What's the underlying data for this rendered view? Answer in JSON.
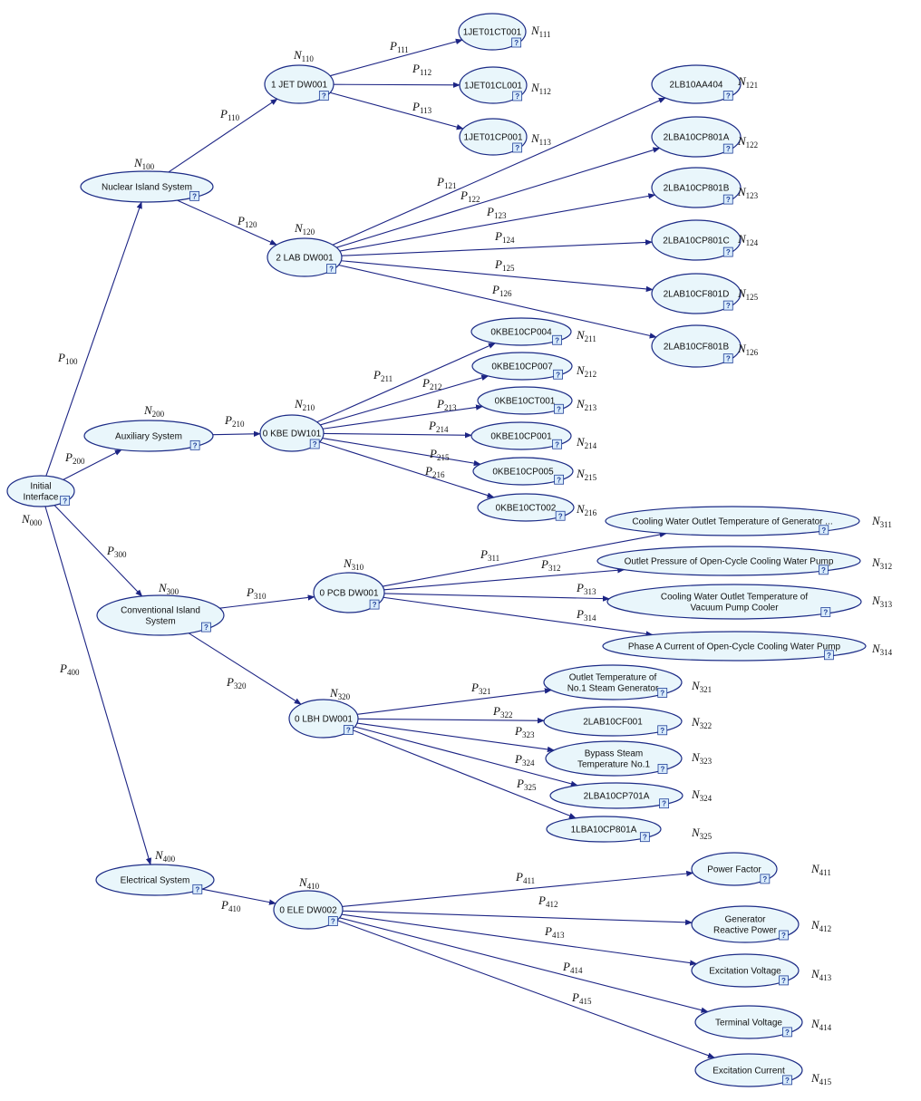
{
  "colors": {
    "node_fill": "#e9f6fb",
    "node_stroke": "#1c2b86",
    "edge": "#1c2484",
    "help_fill": "#d9ecfb",
    "help_stroke": "#1f3f99"
  },
  "help_icon": "question-mark-box-icon",
  "help_glyph": "?",
  "nodes": [
    {
      "id": "N000",
      "lines": [
        "Initial",
        "Interface"
      ],
      "label": "N",
      "sub": "000"
    },
    {
      "id": "N100",
      "lines": [
        "Nuclear Island System"
      ],
      "label": "N",
      "sub": "100"
    },
    {
      "id": "N200",
      "lines": [
        "Auxiliary System"
      ],
      "label": "N",
      "sub": "200"
    },
    {
      "id": "N300",
      "lines": [
        "Conventional Island",
        "System"
      ],
      "label": "N",
      "sub": "300"
    },
    {
      "id": "N400",
      "lines": [
        "Electrical System"
      ],
      "label": "N",
      "sub": "400"
    },
    {
      "id": "N110",
      "lines": [
        "1 JET DW001"
      ],
      "label": "N",
      "sub": "110"
    },
    {
      "id": "N120",
      "lines": [
        "2 LAB DW001"
      ],
      "label": "N",
      "sub": "120"
    },
    {
      "id": "N210",
      "lines": [
        "0 KBE DW101"
      ],
      "label": "N",
      "sub": "210"
    },
    {
      "id": "N310",
      "lines": [
        "0 PCB DW001"
      ],
      "label": "N",
      "sub": "310"
    },
    {
      "id": "N320",
      "lines": [
        "0 LBH DW001"
      ],
      "label": "N",
      "sub": "320"
    },
    {
      "id": "N410",
      "lines": [
        "0 ELE DW002"
      ],
      "label": "N",
      "sub": "410"
    },
    {
      "id": "N111",
      "lines": [
        "1JET01CT001"
      ],
      "label": "N",
      "sub": "111"
    },
    {
      "id": "N112",
      "lines": [
        "1JET01CL001"
      ],
      "label": "N",
      "sub": "112"
    },
    {
      "id": "N113",
      "lines": [
        "1JET01CP001"
      ],
      "label": "N",
      "sub": "113"
    },
    {
      "id": "N121",
      "lines": [
        "2LB10AA404"
      ],
      "label": "N",
      "sub": "121"
    },
    {
      "id": "N122",
      "lines": [
        "2LBA10CP801A"
      ],
      "label": "N",
      "sub": "122"
    },
    {
      "id": "N123",
      "lines": [
        "2LBA10CP801B"
      ],
      "label": "N",
      "sub": "123"
    },
    {
      "id": "N124",
      "lines": [
        "2LBA10CP801C"
      ],
      "label": "N",
      "sub": "124"
    },
    {
      "id": "N125",
      "lines": [
        "2LAB10CF801D"
      ],
      "label": "N",
      "sub": "125"
    },
    {
      "id": "N126",
      "lines": [
        "2LAB10CF801B"
      ],
      "label": "N",
      "sub": "126"
    },
    {
      "id": "N211",
      "lines": [
        "0KBE10CP004"
      ],
      "label": "N",
      "sub": "211"
    },
    {
      "id": "N212",
      "lines": [
        "0KBE10CP007"
      ],
      "label": "N",
      "sub": "212"
    },
    {
      "id": "N213",
      "lines": [
        "0KBE10CT001"
      ],
      "label": "N",
      "sub": "213"
    },
    {
      "id": "N214",
      "lines": [
        "0KBE10CP001"
      ],
      "label": "N",
      "sub": "214"
    },
    {
      "id": "N215",
      "lines": [
        "0KBE10CP005"
      ],
      "label": "N",
      "sub": "215"
    },
    {
      "id": "N216",
      "lines": [
        "0KBE10CT002"
      ],
      "label": "N",
      "sub": "216"
    },
    {
      "id": "N311",
      "lines": [
        "Cooling Water Outlet Temperature of Generator  ..."
      ],
      "label": "N",
      "sub": "311"
    },
    {
      "id": "N312",
      "lines": [
        "Outlet Pressure of Open-Cycle Cooling Water Pump"
      ],
      "label": "N",
      "sub": "312"
    },
    {
      "id": "N313",
      "lines": [
        "Cooling Water Outlet Temperature of",
        "Vacuum Pump Cooler"
      ],
      "label": "N",
      "sub": "313"
    },
    {
      "id": "N314",
      "lines": [
        "Phase A Current of Open-Cycle Cooling Water Pump"
      ],
      "label": "N",
      "sub": "314"
    },
    {
      "id": "N321",
      "lines": [
        "Outlet Temperature of",
        "No.1 Steam Generator"
      ],
      "label": "N",
      "sub": "321"
    },
    {
      "id": "N322",
      "lines": [
        "2LAB10CF001"
      ],
      "label": "N",
      "sub": "322"
    },
    {
      "id": "N323",
      "lines": [
        "Bypass Steam",
        "Temperature No.1"
      ],
      "label": "N",
      "sub": "323"
    },
    {
      "id": "N324",
      "lines": [
        "2LBA10CP701A"
      ],
      "label": "N",
      "sub": "324"
    },
    {
      "id": "N325",
      "lines": [
        "1LBA10CP801A"
      ],
      "label": "N",
      "sub": "325"
    },
    {
      "id": "N411",
      "lines": [
        "Power Factor"
      ],
      "label": "N",
      "sub": "411"
    },
    {
      "id": "N412",
      "lines": [
        "Generator",
        "Reactive Power"
      ],
      "label": "N",
      "sub": "412"
    },
    {
      "id": "N413",
      "lines": [
        "Excitation Voltage"
      ],
      "label": "N",
      "sub": "413"
    },
    {
      "id": "N414",
      "lines": [
        "Terminal Voltage"
      ],
      "label": "N",
      "sub": "414"
    },
    {
      "id": "N415",
      "lines": [
        "Excitation Current"
      ],
      "label": "N",
      "sub": "415"
    }
  ],
  "edges": [
    {
      "id": "P100",
      "from": "N000",
      "to": "N100",
      "label": "P",
      "sub": "100"
    },
    {
      "id": "P200",
      "from": "N000",
      "to": "N200",
      "label": "P",
      "sub": "200"
    },
    {
      "id": "P300",
      "from": "N000",
      "to": "N300",
      "label": "P",
      "sub": "300"
    },
    {
      "id": "P400",
      "from": "N000",
      "to": "N400",
      "label": "P",
      "sub": "400"
    },
    {
      "id": "P110",
      "from": "N100",
      "to": "N110",
      "label": "P",
      "sub": "110"
    },
    {
      "id": "P120",
      "from": "N100",
      "to": "N120",
      "label": "P",
      "sub": "120"
    },
    {
      "id": "P210",
      "from": "N200",
      "to": "N210",
      "label": "P",
      "sub": "210"
    },
    {
      "id": "P310",
      "from": "N300",
      "to": "N310",
      "label": "P",
      "sub": "310"
    },
    {
      "id": "P320",
      "from": "N300",
      "to": "N320",
      "label": "P",
      "sub": "320"
    },
    {
      "id": "P410",
      "from": "N400",
      "to": "N410",
      "label": "P",
      "sub": "410"
    },
    {
      "id": "P111",
      "from": "N110",
      "to": "N111",
      "label": "P",
      "sub": "111"
    },
    {
      "id": "P112",
      "from": "N110",
      "to": "N112",
      "label": "P",
      "sub": "112"
    },
    {
      "id": "P113",
      "from": "N110",
      "to": "N113",
      "label": "P",
      "sub": "113"
    },
    {
      "id": "P121",
      "from": "N120",
      "to": "N121",
      "label": "P",
      "sub": "121"
    },
    {
      "id": "P122",
      "from": "N120",
      "to": "N122",
      "label": "P",
      "sub": "122"
    },
    {
      "id": "P123",
      "from": "N120",
      "to": "N123",
      "label": "P",
      "sub": "123"
    },
    {
      "id": "P124",
      "from": "N120",
      "to": "N124",
      "label": "P",
      "sub": "124"
    },
    {
      "id": "P125",
      "from": "N120",
      "to": "N125",
      "label": "P",
      "sub": "125"
    },
    {
      "id": "P126",
      "from": "N120",
      "to": "N126",
      "label": "P",
      "sub": "126"
    },
    {
      "id": "P211",
      "from": "N210",
      "to": "N211",
      "label": "P",
      "sub": "211"
    },
    {
      "id": "P212",
      "from": "N210",
      "to": "N212",
      "label": "P",
      "sub": "212"
    },
    {
      "id": "P213",
      "from": "N210",
      "to": "N213",
      "label": "P",
      "sub": "213"
    },
    {
      "id": "P214",
      "from": "N210",
      "to": "N214",
      "label": "P",
      "sub": "214"
    },
    {
      "id": "P215",
      "from": "N210",
      "to": "N215",
      "label": "P",
      "sub": "215"
    },
    {
      "id": "P216",
      "from": "N210",
      "to": "N216",
      "label": "P",
      "sub": "216"
    },
    {
      "id": "P311",
      "from": "N310",
      "to": "N311",
      "label": "P",
      "sub": "311"
    },
    {
      "id": "P312",
      "from": "N310",
      "to": "N312",
      "label": "P",
      "sub": "312"
    },
    {
      "id": "P313",
      "from": "N310",
      "to": "N313",
      "label": "P",
      "sub": "313"
    },
    {
      "id": "P314",
      "from": "N310",
      "to": "N314",
      "label": "P",
      "sub": "314"
    },
    {
      "id": "P321",
      "from": "N320",
      "to": "N321",
      "label": "P",
      "sub": "321"
    },
    {
      "id": "P322",
      "from": "N320",
      "to": "N322",
      "label": "P",
      "sub": "322"
    },
    {
      "id": "P323",
      "from": "N320",
      "to": "N323",
      "label": "P",
      "sub": "323"
    },
    {
      "id": "P324",
      "from": "N320",
      "to": "N324",
      "label": "P",
      "sub": "324"
    },
    {
      "id": "P325",
      "from": "N320",
      "to": "N325",
      "label": "P",
      "sub": "325"
    },
    {
      "id": "P411",
      "from": "N410",
      "to": "N411",
      "label": "P",
      "sub": "411"
    },
    {
      "id": "P412",
      "from": "N410",
      "to": "N412",
      "label": "P",
      "sub": "412"
    },
    {
      "id": "P413",
      "from": "N410",
      "to": "N413",
      "label": "P",
      "sub": "413"
    },
    {
      "id": "P414",
      "from": "N410",
      "to": "N414",
      "label": "P",
      "sub": "414"
    },
    {
      "id": "P415",
      "from": "N410",
      "to": "N415",
      "label": "P",
      "sub": "415"
    }
  ]
}
